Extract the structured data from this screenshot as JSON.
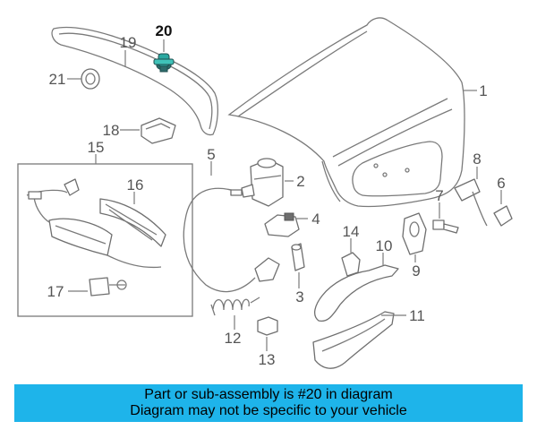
{
  "diagram": {
    "part_numbers": {
      "p1": "1",
      "p2": "2",
      "p3": "3",
      "p4": "4",
      "p5": "5",
      "p6": "6",
      "p7": "7",
      "p8": "8",
      "p9": "9",
      "p10": "10",
      "p11": "11",
      "p12": "12",
      "p13": "13",
      "p14": "14",
      "p15": "15",
      "p16": "16",
      "p17": "17",
      "p18": "18",
      "p19": "19",
      "p20": "20",
      "p21": "21"
    },
    "highlighted_part": "20",
    "colors": {
      "line": "#7a7a7a",
      "highlight_part": "#2aa8a0",
      "banner": "#1eb4ea"
    }
  },
  "caption": {
    "line1": "Part or sub-assembly is #20 in diagram",
    "line2": "Diagram may not be specific to your vehicle"
  }
}
